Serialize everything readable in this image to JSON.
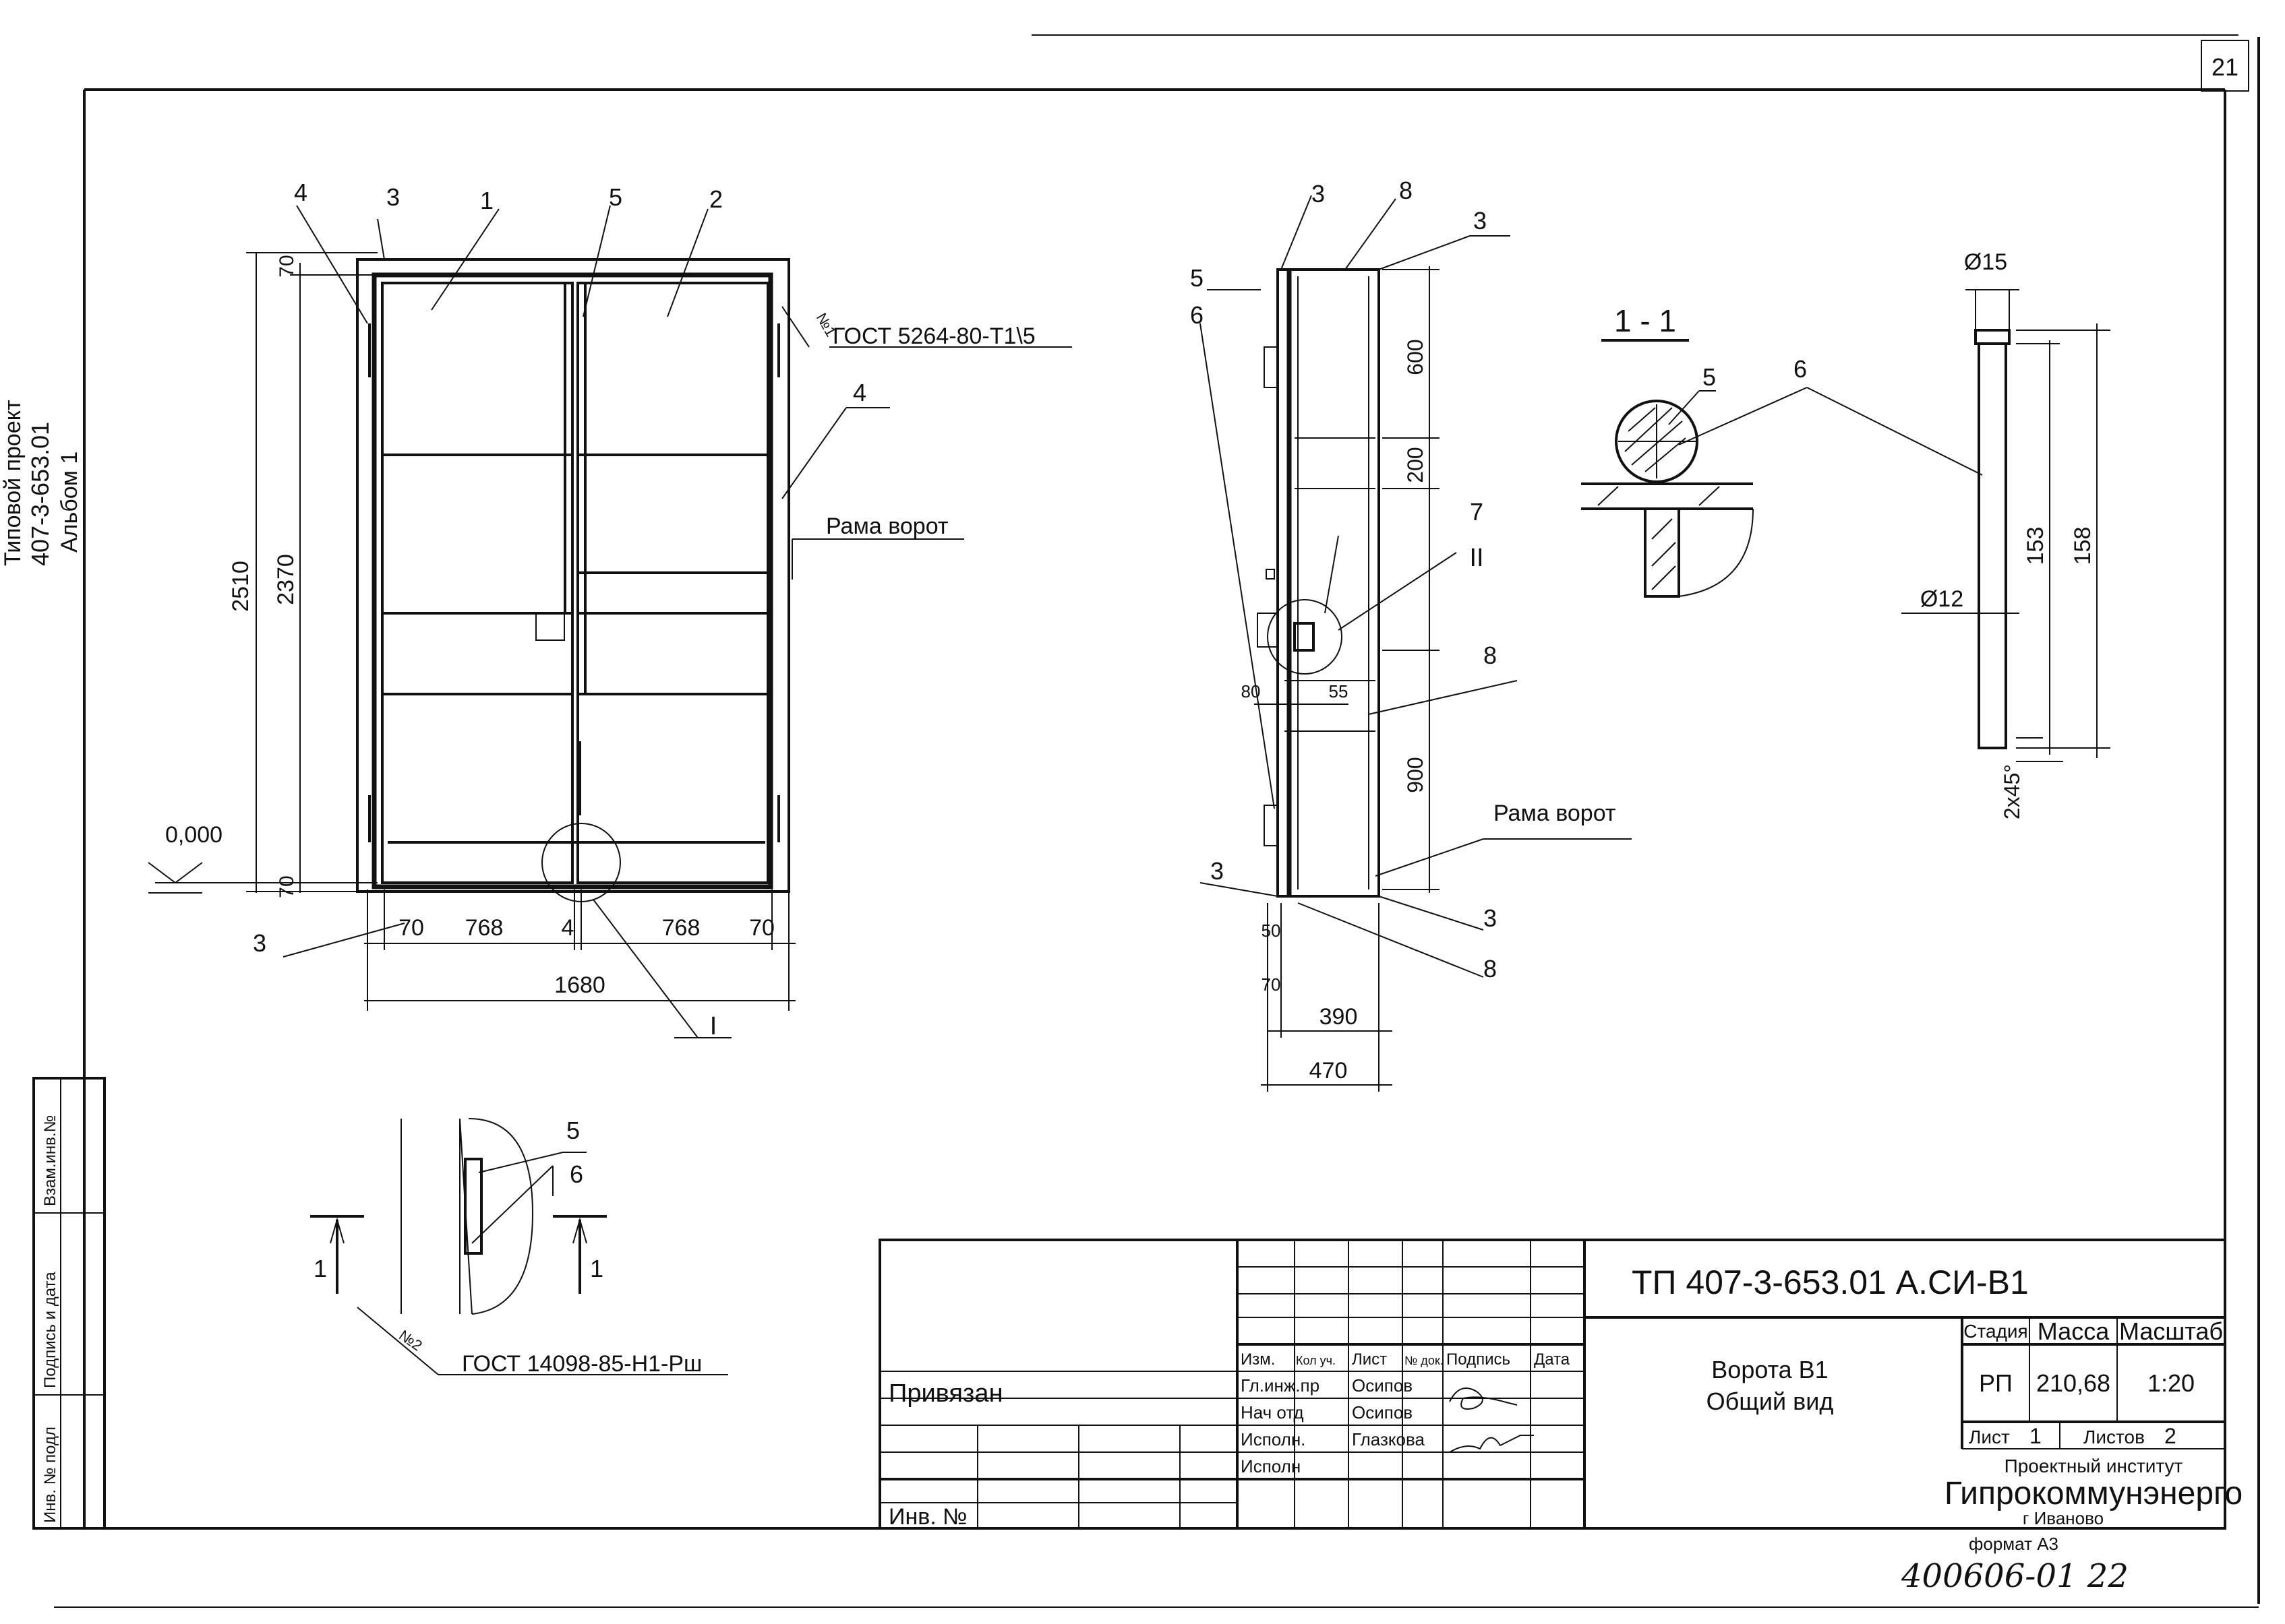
{
  "sheet": {
    "number": "21"
  },
  "side_label": {
    "line1": "Типовой проект",
    "line2": "407-3-653.01",
    "line3": "Альбом 1"
  },
  "left_stamp": {
    "inv_replace": "Взам.инв.№",
    "sign_date": "Подпись и дата",
    "inv_orig": "Инв. № подл"
  },
  "front_view": {
    "positions": [
      "4",
      "3",
      "1",
      "5",
      "2",
      "4"
    ],
    "dims": {
      "overall_height": "2510",
      "inner_height": "2370",
      "top": "70",
      "bottom": "70",
      "leaf_left": "768",
      "gap": "4",
      "leaf_right": "768",
      "edge_left": "70",
      "edge_right": "70",
      "overall_width": "1680"
    },
    "weld_note": "ГОСТ 5264-80-Т1\\5",
    "weld_no": "№1",
    "frame_label": "Рама ворот",
    "level": "0,000",
    "pos_bottom": "3",
    "callout": "I"
  },
  "side_view": {
    "positions": {
      "top_left3": "3",
      "top8": "8",
      "top_right3": "3",
      "left5": "5",
      "left6": "6",
      "pos7": "7",
      "callout": "II",
      "mid8": "8",
      "bottom_left3": "3",
      "bottom_right3": "3",
      "bottom8": "8"
    },
    "dims": {
      "d600": "600",
      "d200": "200",
      "d80": "80",
      "d55": "55",
      "d900": "900",
      "d50": "50",
      "d70": "70",
      "d390": "390",
      "d470": "470"
    },
    "frame_label": "Рама ворот"
  },
  "section": {
    "title": "1 - 1",
    "pos5": "5",
    "pos6": "6"
  },
  "pin": {
    "d15": "Ø15",
    "d12": "Ø12",
    "l153": "153",
    "l158": "158",
    "chamfer": "2x45°"
  },
  "detail_I": {
    "pos5": "5",
    "pos6": "6",
    "cut_left": "1",
    "cut_right": "1",
    "weld_no": "№2",
    "weld_note": "ГОСТ 14098-85-Н1-Рш"
  },
  "title_block": {
    "code": "ТП  407-3-653.01   А.СИ-В1",
    "bound": "Привязан",
    "inv_no": "Инв. №",
    "col_headers": [
      "Изм.",
      "Кол уч.",
      "Лист",
      "№ док.",
      "Подпись",
      "Дата"
    ],
    "rows": [
      {
        "role": "Гл.инж.пр",
        "name": "Осипов"
      },
      {
        "role": "Нач отд",
        "name": "Осипов"
      },
      {
        "role": "Исполн.",
        "name": "Глазкова"
      },
      {
        "role": "Исполн",
        "name": ""
      }
    ],
    "name_line1": "Ворота В1",
    "name_line2": "Общий вид",
    "stage_label": "Стадия",
    "mass_label": "Масса",
    "scale_label": "Масштаб",
    "stage": "РП",
    "mass": "210,68",
    "scale": "1:20",
    "sheet_label": "Лист",
    "sheet_value": "1",
    "sheets_label": "Листов",
    "sheets_value": "2",
    "institute_line": "Проектный институт",
    "institute_name": "Гипрокоммунэнерго",
    "city": "г Иваново",
    "format": "формат А3",
    "handwritten": "400606-01   22"
  }
}
